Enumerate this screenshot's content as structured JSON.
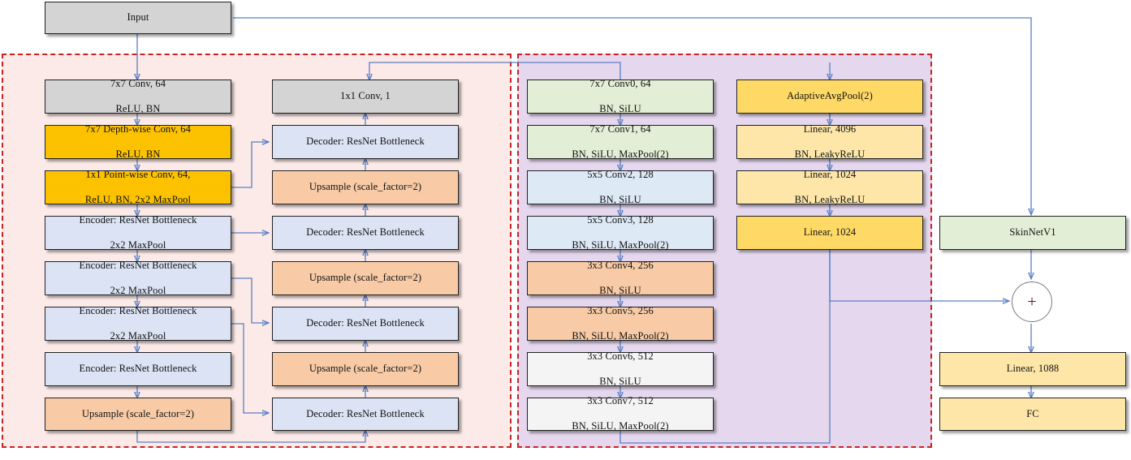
{
  "diagram": {
    "title": "SkinNet dual-branch segmentation and classification architecture",
    "colors": {
      "segmentation_region_border": "#cc2222",
      "segmentation_region_fill": "#fbeae8",
      "classification_region_fill": "#e4d7ee",
      "arrow": "#5b7fc4",
      "grey_node": "#d4d4d4",
      "gold_node": "#fcc200",
      "blue_node": "#dbe3f4",
      "peach_node": "#f8cba6",
      "green_node": "#e2eed5",
      "amber_node": "#ffd966",
      "light_amber_node": "#fde6a8",
      "white_node": "#f4f4f4"
    },
    "input": {
      "label": "Input"
    },
    "encoder_column": [
      {
        "id": "enc-stem",
        "line1": "7x7 Conv, 64",
        "line2": "ReLU, BN"
      },
      {
        "id": "enc-dw",
        "line1": "7x7 Depth-wise Conv, 64",
        "line2": "ReLU, BN"
      },
      {
        "id": "enc-pw",
        "line1": "1x1 Point-wise Conv, 64,",
        "line2": "ReLU, BN, 2x2 MaxPool"
      },
      {
        "id": "enc-b1",
        "line1": "Encoder: ResNet Bottleneck",
        "line2": "2x2 MaxPool"
      },
      {
        "id": "enc-b2",
        "line1": "Encoder: ResNet Bottleneck",
        "line2": "2x2 MaxPool"
      },
      {
        "id": "enc-b3",
        "line1": "Encoder: ResNet Bottleneck",
        "line2": "2x2 MaxPool"
      },
      {
        "id": "enc-b4",
        "line1": "Encoder: ResNet Bottleneck",
        "line2": ""
      },
      {
        "id": "enc-up",
        "line1": "Upsample (scale_factor=2)",
        "line2": ""
      }
    ],
    "decoder_column": [
      {
        "id": "dec-out",
        "line1": "1x1 Conv, 1",
        "line2": ""
      },
      {
        "id": "dec-b1",
        "line1": "Decoder: ResNet Bottleneck",
        "line2": ""
      },
      {
        "id": "dec-up1",
        "line1": "Upsample (scale_factor=2)",
        "line2": ""
      },
      {
        "id": "dec-b2",
        "line1": "Decoder: ResNet Bottleneck",
        "line2": ""
      },
      {
        "id": "dec-up2",
        "line1": "Upsample (scale_factor=2)",
        "line2": ""
      },
      {
        "id": "dec-b3",
        "line1": "Decoder: ResNet Bottleneck",
        "line2": ""
      },
      {
        "id": "dec-up3",
        "line1": "Upsample (scale_factor=2)",
        "line2": ""
      },
      {
        "id": "dec-b4",
        "line1": "Decoder: ResNet Bottleneck",
        "line2": ""
      }
    ],
    "backbone_column": [
      {
        "id": "conv0",
        "line1": "7x7 Conv0, 64",
        "line2": "BN, SiLU"
      },
      {
        "id": "conv1",
        "line1": "7x7 Conv1, 64",
        "line2": "BN, SiLU, MaxPool(2)"
      },
      {
        "id": "conv2",
        "line1": "5x5 Conv2, 128",
        "line2": "BN, SiLU"
      },
      {
        "id": "conv3",
        "line1": "5x5 Conv3, 128",
        "line2": "BN, SiLU, MaxPool(2)"
      },
      {
        "id": "conv4",
        "line1": "3x3 Conv4, 256",
        "line2": "BN, SiLU"
      },
      {
        "id": "conv5",
        "line1": "3x3 Conv5, 256",
        "line2": "BN, SiLU, MaxPool(2)"
      },
      {
        "id": "conv6",
        "line1": "3x3 Conv6, 512",
        "line2": "BN, SiLU"
      },
      {
        "id": "conv7",
        "line1": "3x3 Conv7, 512",
        "line2": "BN, SiLU, MaxPool(2)"
      }
    ],
    "head_column": [
      {
        "id": "avgpool",
        "line1": "AdaptiveAvgPool(2)",
        "line2": ""
      },
      {
        "id": "lin4096",
        "line1": "Linear, 4096",
        "line2": "BN, LeakyReLU"
      },
      {
        "id": "lin1024a",
        "line1": "Linear, 1024",
        "line2": "BN, LeakyReLU"
      },
      {
        "id": "lin1024b",
        "line1": "Linear, 1024",
        "line2": ""
      }
    ],
    "right_column": [
      {
        "id": "skinnetv1",
        "line1": "SkinNetV1",
        "line2": ""
      },
      {
        "id": "lin1088",
        "line1": "Linear, 1088",
        "line2": ""
      },
      {
        "id": "fc",
        "line1": "FC",
        "line2": ""
      }
    ],
    "merge": {
      "symbol": "+",
      "name": "concatenation-junction"
    }
  }
}
